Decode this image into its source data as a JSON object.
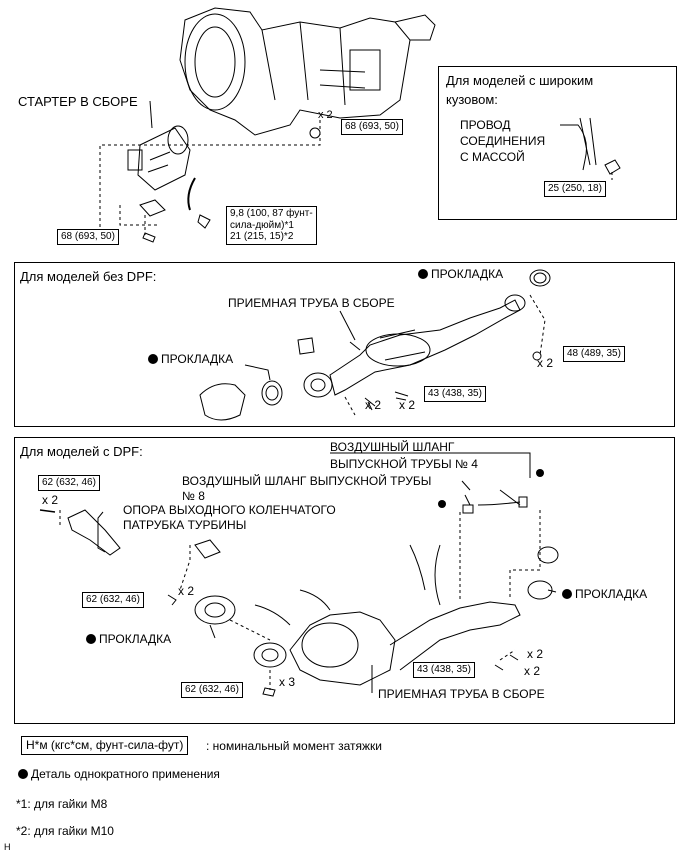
{
  "top": {
    "starter_label": "СТАРТЕР В СБОРЕ",
    "torque_starter_top": "68 (693, 50)",
    "torque_starter_bottom": "68 (693, 50)",
    "x2_top": "x 2",
    "bracket_torque_line1": "9,8 (100, 87 фунт-",
    "bracket_torque_line2": "сила-дюйм)*1",
    "bracket_torque_line3": "21 (215, 15)*2"
  },
  "wide_body": {
    "title_line1": "Для моделей с широким",
    "title_line2": "кузовом:",
    "ground_line1": "ПРОВОД",
    "ground_line2": "СОЕДИНЕНИЯ",
    "ground_line3": "С МАССОЙ",
    "torque": "25 (250, 18)"
  },
  "no_dpf": {
    "title": "Для моделей без DPF:",
    "gasket_top": "ПРОКЛАДКА",
    "front_pipe": "ПРИЕМНАЯ ТРУБА В СБОРЕ",
    "gasket_left": "ПРОКЛАДКА",
    "torque_right": "48 (489, 35)",
    "x2_right": "x 2",
    "torque_bottom": "43 (438, 35)",
    "x2_a": "x 2",
    "x2_b": "x 2"
  },
  "dpf": {
    "title": "Для моделей с DPF:",
    "torque_tl": "62 (632, 46)",
    "x2_tl": "x 2",
    "air_hose4_line1": "ВОЗДУШНЫЙ ШЛАНГ",
    "air_hose4_line2": "ВЫПУСКНОЙ ТРУБЫ № 4",
    "air_hose8_line1": "ВОЗДУШНЫЙ ШЛАНГ ВЫПУСКНОЙ ТРУБЫ",
    "air_hose8_line2": "№ 8",
    "support_line1": "ОПОРА ВЫХОДНОГО КОЛЕНЧАТОГО",
    "support_line2": "ПАТРУБКА ТУРБИНЫ",
    "torque_mid": "62 (632, 46)",
    "x2_mid": "x 2",
    "gasket_left": "ПРОКЛАДКА",
    "gasket_right": "ПРОКЛАДКА",
    "torque_br": "43 (438, 35)",
    "x2_br_a": "x 2",
    "x2_br_b": "x 2",
    "torque_bl": "62 (632, 46)",
    "x3": "x 3",
    "front_pipe": "ПРИЕМНАЯ ТРУБА В СБОРЕ"
  },
  "legend": {
    "unit_box": "Н*м (кгс*см, фунт-сила-фут)",
    "unit_desc": ": номинальный момент затяжки",
    "single_use": "Деталь однократного применения",
    "note1": "*1: для гайки M8",
    "note2": "*2: для гайки M10",
    "corner_mark": "H"
  }
}
